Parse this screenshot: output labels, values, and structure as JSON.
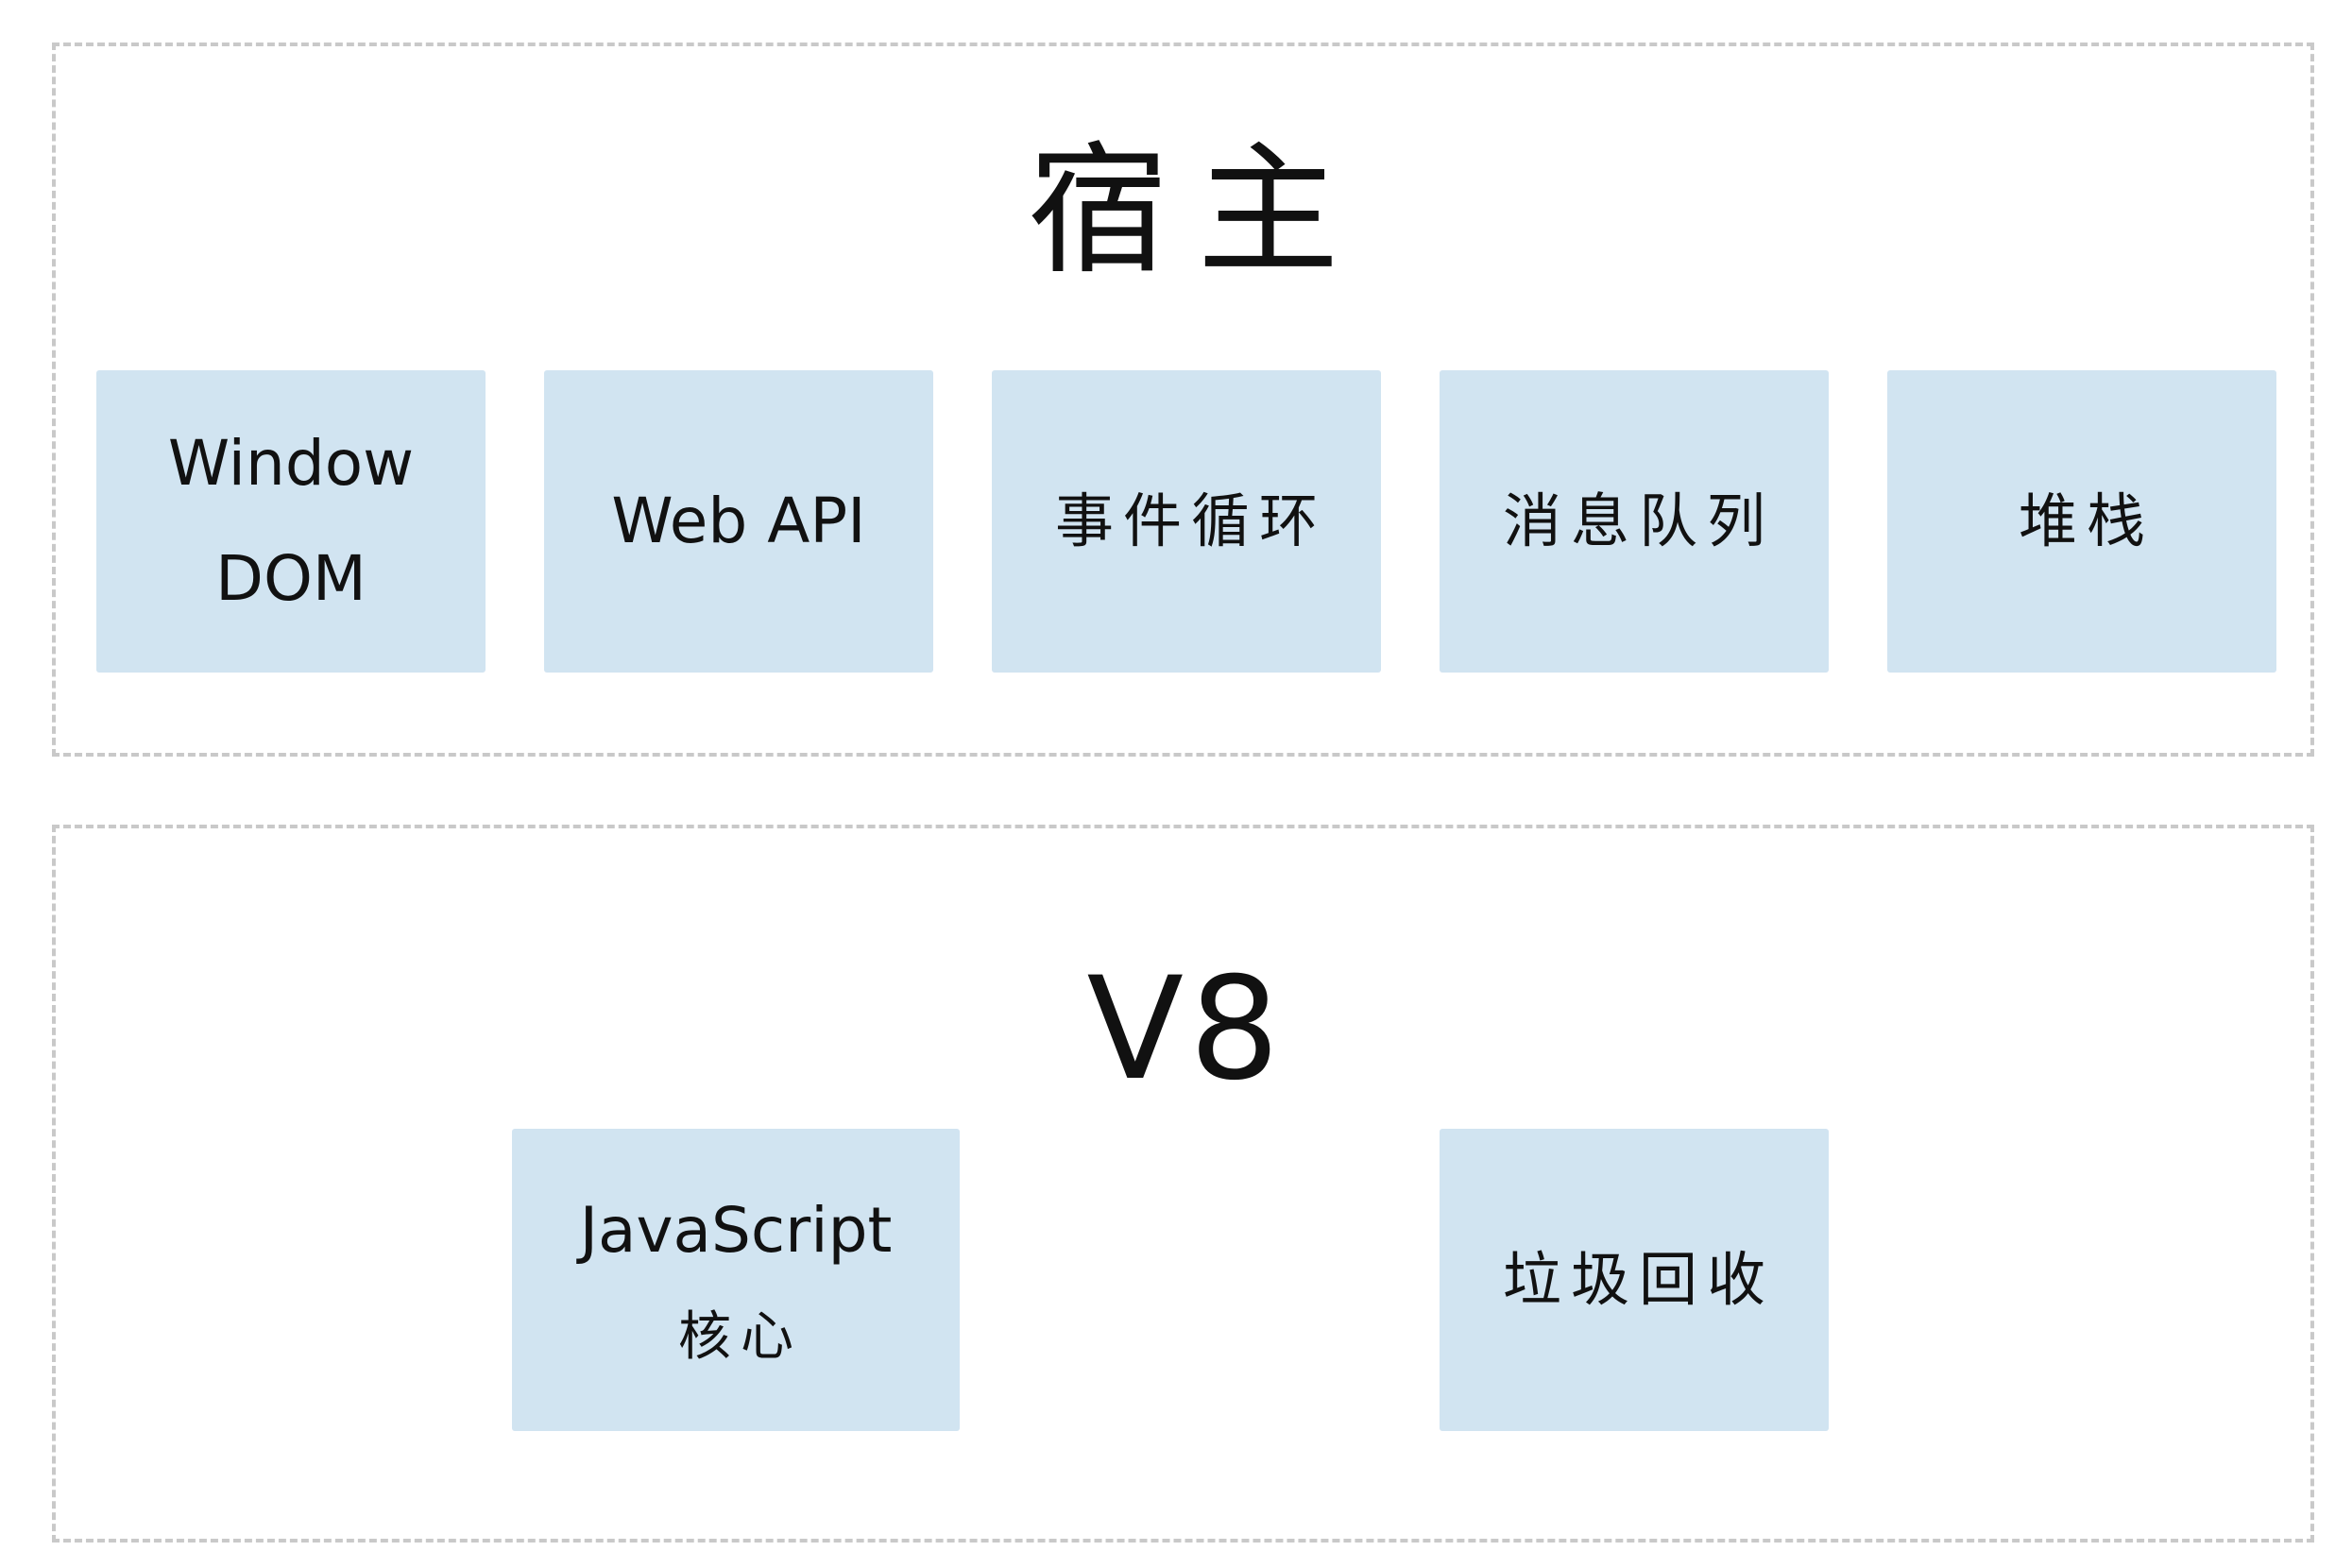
{
  "host": {
    "title": "宿主",
    "boxes": {
      "window_dom": {
        "line1": "Window",
        "line2": "DOM"
      },
      "web_api": {
        "label": "Web API"
      },
      "event_loop": {
        "label": "事件循环"
      },
      "message_queue": {
        "label": "消息队列"
      },
      "stack": {
        "label": "堆栈"
      }
    }
  },
  "v8": {
    "title": "V8",
    "boxes": {
      "js_core": {
        "line1": "JavaScript",
        "line2": "核心"
      },
      "gc": {
        "label": "垃圾回收"
      }
    }
  },
  "colors": {
    "box_fill": "#d1e4f1",
    "dashed_border": "#c9c9c9",
    "text": "#111111"
  }
}
